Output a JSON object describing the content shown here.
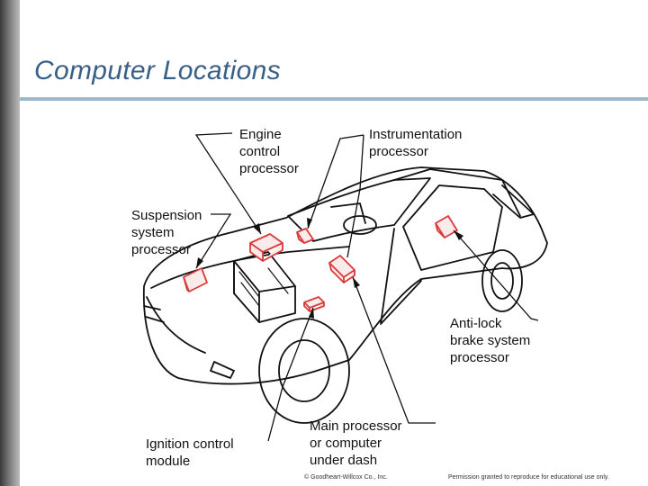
{
  "slide": {
    "title": "Computer Locations",
    "accent_color": "#3a5f86",
    "rule_color": "#9fb9cc"
  },
  "diagram": {
    "labels": {
      "engine": "Engine\ncontrol\nprocessor",
      "instrumentation": "Instrumentation\nprocessor",
      "suspension": "Suspension\nsystem\nprocessor",
      "antilock": "Anti-lock\nbrake system\nprocessor",
      "main": "Main processor\nor computer\nunder dash",
      "ignition": "Ignition control\nmodule"
    },
    "module_color": "#d93a3a"
  },
  "footer": {
    "copyright": "© Goodheart-Willcox Co., Inc.",
    "permission": "Permission granted to reproduce for educational use only."
  }
}
